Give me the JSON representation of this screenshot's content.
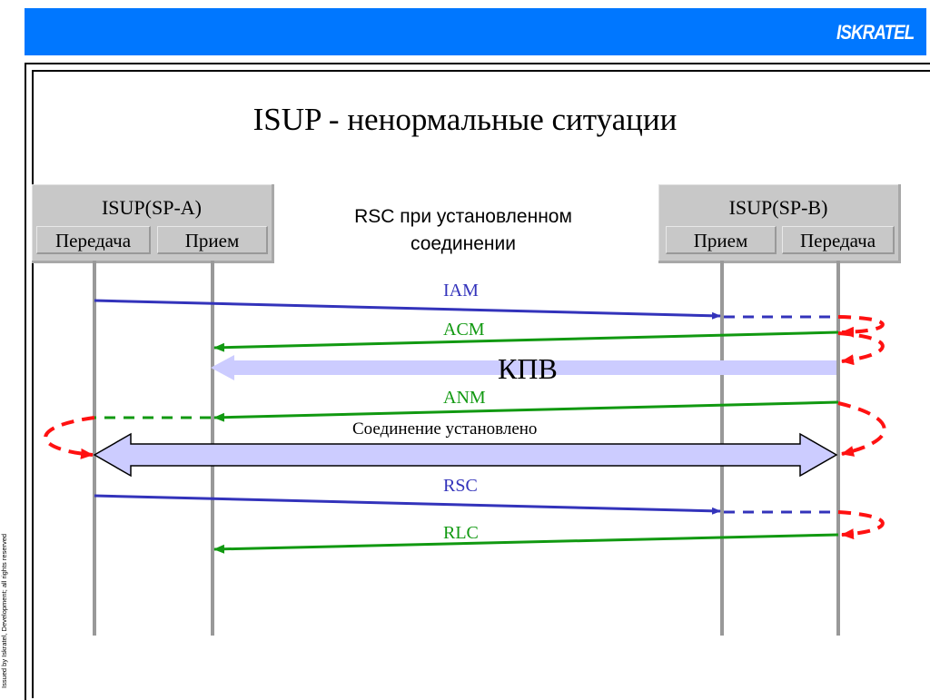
{
  "header": {
    "logo": "ISKRATEL",
    "brand_color": "#0077ff"
  },
  "side_note": "Issued by Iskratel, Development; all rights reserved",
  "title": "ISUP - ненормальные ситуации",
  "scenario": {
    "line1": "RSC при установленном",
    "line2": "соединении"
  },
  "endpoints": {
    "a": {
      "title": "ISUP(SP-A)",
      "left_sub": "Передача",
      "right_sub": "Прием"
    },
    "b": {
      "title": "ISUP(SP-B)",
      "left_sub": "Прием",
      "right_sub": "Передача"
    }
  },
  "messages": {
    "iam": "IAM",
    "acm": "ACM",
    "kpv": "КПВ",
    "anm": "ANM",
    "connected": "Соединение установлено",
    "rsc": "RSC",
    "rlc": "RLC"
  },
  "colors": {
    "forward": "#3333bb",
    "backward": "#119911",
    "loop": "#ff1111",
    "band": "#ccccff",
    "lifeline": "#999999"
  }
}
